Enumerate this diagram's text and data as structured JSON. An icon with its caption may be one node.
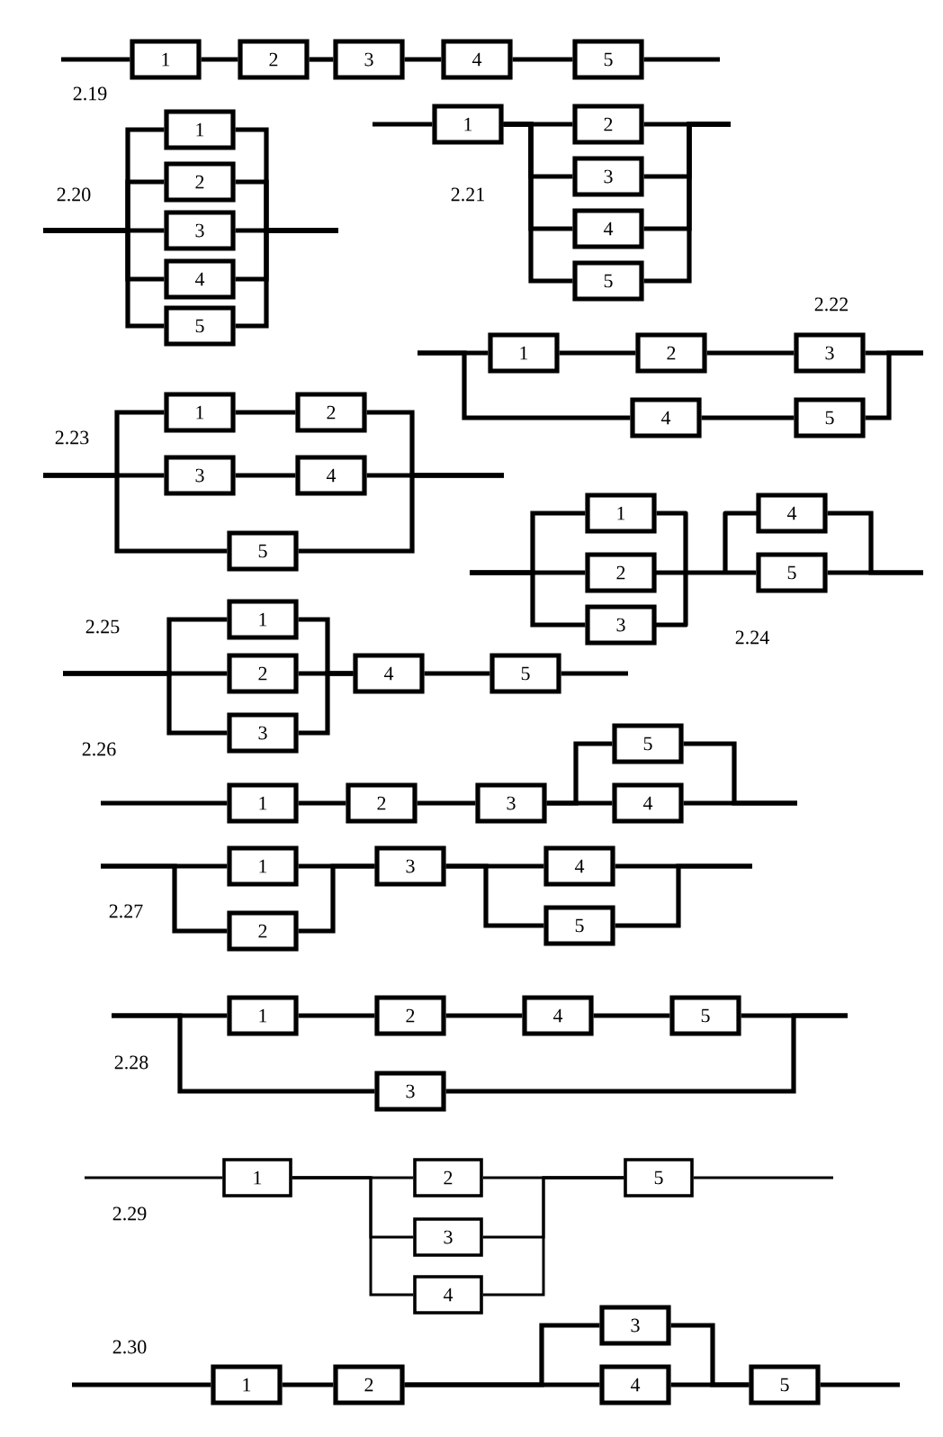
{
  "diagram": {
    "nodes": [
      {
        "text": [
          "1"
        ]
      },
      {
        "text": [
          "2"
        ]
      },
      {
        "text": [
          "3"
        ]
      },
      {
        "text": [
          "4"
        ]
      },
      {
        "text": [
          "5"
        ]
      },
      {
        "text": [
          "1"
        ]
      },
      {
        "text": [
          "2"
        ]
      },
      {
        "text": [
          "3"
        ]
      },
      {
        "text": [
          "4"
        ]
      },
      {
        "text": [
          "5"
        ]
      },
      {
        "text": [
          "1"
        ]
      },
      {
        "text": [
          "2"
        ]
      },
      {
        "text": [
          "3"
        ]
      },
      {
        "text": [
          "4"
        ]
      },
      {
        "text": [
          "5"
        ]
      },
      {
        "text": [
          "1"
        ]
      },
      {
        "text": [
          "2"
        ]
      },
      {
        "text": [
          "3"
        ]
      },
      {
        "text": [
          "4"
        ]
      },
      {
        "text": [
          "5"
        ]
      },
      {
        "text": [
          "1"
        ]
      },
      {
        "text": [
          "2"
        ]
      },
      {
        "text": [
          "3"
        ]
      },
      {
        "text": [
          "4"
        ]
      },
      {
        "text": [
          "5"
        ]
      },
      {
        "text": [
          "1"
        ]
      },
      {
        "text": [
          "2"
        ]
      },
      {
        "text": [
          "3"
        ]
      },
      {
        "text": [
          "4"
        ]
      },
      {
        "text": [
          "5"
        ]
      },
      {
        "text": [
          "1"
        ]
      },
      {
        "text": [
          "2"
        ]
      },
      {
        "text": [
          "3"
        ]
      },
      {
        "text": [
          "4"
        ]
      },
      {
        "text": [
          "5"
        ]
      },
      {
        "text": [
          "1"
        ]
      },
      {
        "text": [
          "2"
        ]
      },
      {
        "text": [
          "3"
        ]
      },
      {
        "text": [
          "4"
        ]
      },
      {
        "text": [
          "5"
        ]
      },
      {
        "text": [
          "1"
        ]
      },
      {
        "text": [
          "2"
        ]
      },
      {
        "text": [
          "3"
        ]
      },
      {
        "text": [
          "4"
        ]
      },
      {
        "text": [
          "5"
        ]
      },
      {
        "text": [
          "1"
        ]
      },
      {
        "text": [
          "2"
        ]
      },
      {
        "text": [
          "3"
        ]
      },
      {
        "text": [
          "4"
        ]
      },
      {
        "text": [
          "5"
        ]
      },
      {
        "text": [
          "1"
        ]
      },
      {
        "text": [
          "2"
        ]
      },
      {
        "text": [
          "3"
        ]
      },
      {
        "text": [
          "4"
        ]
      },
      {
        "text": [
          "5"
        ]
      },
      {
        "text": [
          "1"
        ]
      },
      {
        "text": [
          "2"
        ]
      },
      {
        "text": [
          "3"
        ]
      },
      {
        "text": [
          "4"
        ]
      },
      {
        "text": [
          "5"
        ]
      }
    ],
    "edges": [
      {
        "from": null,
        "to": 0,
        "arrow": "none"
      },
      {
        "from": 0,
        "to": 1,
        "arrow": "none"
      },
      {
        "from": 1,
        "to": 2,
        "arrow": "none"
      },
      {
        "from": 2,
        "to": 3,
        "arrow": "none"
      },
      {
        "from": 3,
        "to": 4,
        "arrow": "none"
      },
      {
        "from": 4,
        "to": null,
        "arrow": "none"
      },
      {
        "from": null,
        "to": 5,
        "arrow": "none"
      },
      {
        "from": null,
        "to": 6,
        "arrow": "none"
      },
      {
        "from": null,
        "to": 7,
        "arrow": "none"
      },
      {
        "from": null,
        "to": 8,
        "arrow": "none"
      },
      {
        "from": null,
        "to": 9,
        "arrow": "none"
      },
      {
        "from": 5,
        "to": null,
        "arrow": "none"
      },
      {
        "from": 6,
        "to": null,
        "arrow": "none"
      },
      {
        "from": 7,
        "to": null,
        "arrow": "none"
      },
      {
        "from": 8,
        "to": null,
        "arrow": "none"
      },
      {
        "from": 9,
        "to": null,
        "arrow": "none"
      },
      {
        "from": null,
        "to": 10,
        "arrow": "none"
      },
      {
        "from": 10,
        "to": 11,
        "arrow": "none"
      },
      {
        "from": 10,
        "to": 12,
        "arrow": "none"
      },
      {
        "from": 10,
        "to": 13,
        "arrow": "none"
      },
      {
        "from": 10,
        "to": 14,
        "arrow": "none"
      },
      {
        "from": 11,
        "to": null,
        "arrow": "none"
      },
      {
        "from": 12,
        "to": null,
        "arrow": "none"
      },
      {
        "from": 13,
        "to": null,
        "arrow": "none"
      },
      {
        "from": 14,
        "to": null,
        "arrow": "none"
      },
      {
        "from": null,
        "to": 15,
        "arrow": "none"
      },
      {
        "from": null,
        "to": 18,
        "arrow": "none"
      },
      {
        "from": 15,
        "to": 16,
        "arrow": "none"
      },
      {
        "from": 16,
        "to": 17,
        "arrow": "none"
      },
      {
        "from": 18,
        "to": 19,
        "arrow": "none"
      },
      {
        "from": 17,
        "to": null,
        "arrow": "none"
      },
      {
        "from": 19,
        "to": null,
        "arrow": "none"
      },
      {
        "from": null,
        "to": 20,
        "arrow": "none"
      },
      {
        "from": null,
        "to": 22,
        "arrow": "none"
      },
      {
        "from": null,
        "to": 24,
        "arrow": "none"
      },
      {
        "from": 20,
        "to": 21,
        "arrow": "none"
      },
      {
        "from": 22,
        "to": 23,
        "arrow": "none"
      },
      {
        "from": 21,
        "to": null,
        "arrow": "none"
      },
      {
        "from": 23,
        "to": null,
        "arrow": "none"
      },
      {
        "from": 24,
        "to": null,
        "arrow": "none"
      },
      {
        "from": null,
        "to": 25,
        "arrow": "none"
      },
      {
        "from": null,
        "to": 26,
        "arrow": "none"
      },
      {
        "from": null,
        "to": 27,
        "arrow": "none"
      },
      {
        "from": 25,
        "to": 28,
        "arrow": "none"
      },
      {
        "from": 25,
        "to": 29,
        "arrow": "none"
      },
      {
        "from": 26,
        "to": 28,
        "arrow": "none"
      },
      {
        "from": 26,
        "to": 29,
        "arrow": "none"
      },
      {
        "from": 27,
        "to": 28,
        "arrow": "none"
      },
      {
        "from": 27,
        "to": 29,
        "arrow": "none"
      },
      {
        "from": 28,
        "to": null,
        "arrow": "none"
      },
      {
        "from": 29,
        "to": null,
        "arrow": "none"
      },
      {
        "from": null,
        "to": 30,
        "arrow": "none"
      },
      {
        "from": null,
        "to": 31,
        "arrow": "none"
      },
      {
        "from": null,
        "to": 32,
        "arrow": "none"
      },
      {
        "from": 30,
        "to": 33,
        "arrow": "none"
      },
      {
        "from": 31,
        "to": 33,
        "arrow": "none"
      },
      {
        "from": 32,
        "to": 33,
        "arrow": "none"
      },
      {
        "from": 33,
        "to": 34,
        "arrow": "none"
      },
      {
        "from": 34,
        "to": null,
        "arrow": "none"
      },
      {
        "from": null,
        "to": 35,
        "arrow": "none"
      },
      {
        "from": 35,
        "to": 36,
        "arrow": "none"
      },
      {
        "from": 36,
        "to": 37,
        "arrow": "none"
      },
      {
        "from": 37,
        "to": 38,
        "arrow": "none"
      },
      {
        "from": 37,
        "to": 39,
        "arrow": "none"
      },
      {
        "from": 38,
        "to": null,
        "arrow": "none"
      },
      {
        "from": 39,
        "to": null,
        "arrow": "none"
      },
      {
        "from": null,
        "to": 40,
        "arrow": "none"
      },
      {
        "from": null,
        "to": 41,
        "arrow": "none"
      },
      {
        "from": 40,
        "to": 42,
        "arrow": "none"
      },
      {
        "from": 41,
        "to": 42,
        "arrow": "none"
      },
      {
        "from": 42,
        "to": 43,
        "arrow": "none"
      },
      {
        "from": 42,
        "to": 44,
        "arrow": "none"
      },
      {
        "from": 43,
        "to": null,
        "arrow": "none"
      },
      {
        "from": 44,
        "to": null,
        "arrow": "none"
      },
      {
        "from": null,
        "to": 45,
        "arrow": "none"
      },
      {
        "from": null,
        "to": 47,
        "arrow": "none"
      },
      {
        "from": 45,
        "to": 46,
        "arrow": "none"
      },
      {
        "from": 46,
        "to": 48,
        "arrow": "none"
      },
      {
        "from": 48,
        "to": 49,
        "arrow": "none"
      },
      {
        "from": 49,
        "to": null,
        "arrow": "none"
      },
      {
        "from": 47,
        "to": null,
        "arrow": "none"
      },
      {
        "from": null,
        "to": 50,
        "arrow": "none"
      },
      {
        "from": 50,
        "to": 51,
        "arrow": "none"
      },
      {
        "from": 50,
        "to": 52,
        "arrow": "none"
      },
      {
        "from": 50,
        "to": 53,
        "arrow": "none"
      },
      {
        "from": 51,
        "to": 54,
        "arrow": "none"
      },
      {
        "from": 52,
        "to": 54,
        "arrow": "none"
      },
      {
        "from": 53,
        "to": 54,
        "arrow": "none"
      },
      {
        "from": 54,
        "to": null,
        "arrow": "none"
      },
      {
        "from": null,
        "to": 55,
        "arrow": "none"
      },
      {
        "from": 55,
        "to": 56,
        "arrow": "none"
      },
      {
        "from": 56,
        "to": 57,
        "arrow": "none"
      },
      {
        "from": 56,
        "to": 58,
        "arrow": "none"
      },
      {
        "from": 57,
        "to": 59,
        "arrow": "none"
      },
      {
        "from": 58,
        "to": 59,
        "arrow": "none"
      },
      {
        "from": 59,
        "to": null,
        "arrow": "none"
      }
    ],
    "labels": [
      "2.19",
      "2.20",
      "2.21",
      "2.22",
      "2.23",
      "2.25",
      "2.24",
      "2.26",
      "2.27",
      "2.28",
      "2.29",
      "2.30"
    ]
  }
}
